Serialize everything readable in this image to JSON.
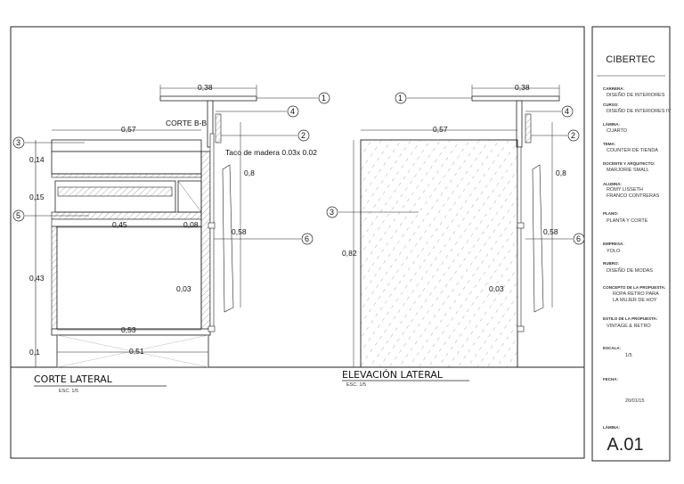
{
  "title_block": {
    "company": "CIBERTEC",
    "fields": [
      {
        "label": "CARRERA:",
        "value": "DISEÑO DE INTERIORES",
        "value2": ""
      },
      {
        "label": "CURSO:",
        "value": "DISEÑO DE INTERIORES IV",
        "value2": ""
      },
      {
        "label": "LÁMINA:",
        "value": "CUARTO",
        "value2": ""
      },
      {
        "label": "TEMA:",
        "value": "COUNTER DE TIENDA",
        "value2": ""
      },
      {
        "label": "DOCENTE Y ARQUITECTO:",
        "value": "MARJORIE SMALL",
        "value2": ""
      },
      {
        "label": "ALUMNA:",
        "value": "ROMY LISSETH",
        "value2": "FRANCO CONTRERAS"
      },
      {
        "label": "PLANO:",
        "value": "PLANTA Y CORTE",
        "value2": ""
      },
      {
        "label": "EMPRESA:",
        "value": "YOLO",
        "value2": ""
      },
      {
        "label": "RUBRO:",
        "value": "DISEÑO DE MODAS",
        "value2": ""
      },
      {
        "label": "CONCEPTO DE LA PROPUESTA:",
        "value": "ROPA RETRO PARA",
        "value2": "LA MUJER DE HOY"
      },
      {
        "label": "ESTILO DE LA PROPUESTA:",
        "value": "VINTAGE & RETRO",
        "value2": ""
      },
      {
        "label": "ESCALA:",
        "value": "1/5",
        "value2": ""
      },
      {
        "label": "FECHA:",
        "value": "20/01/15",
        "value2": ""
      },
      {
        "label": "LÁMINA:",
        "value": ""
      }
    ],
    "sheet_number": "A.01"
  },
  "views": {
    "left": {
      "title": "CORTE LATERAL",
      "scale": "ESC. 1/5",
      "section_label": "CORTE B-B",
      "note": "Taco de madera 0.03x 0.02"
    },
    "right": {
      "title": "ELEVACIÓN LATERAL",
      "scale": "ESC. 1/5"
    }
  },
  "dimensions": {
    "top_038": "0,38",
    "width_057": "0,57",
    "h_014": "0,14",
    "h_015": "0,15",
    "h_043": "0,43",
    "h_01": "0,1",
    "h_082": "0,82",
    "inner_045": "0,45",
    "inner_008": "0,08",
    "inner_053": "0,53",
    "inner_051": "0,51",
    "side_08": "0,8",
    "side_058": "0,58",
    "side_003": "0,03"
  },
  "callouts": [
    "1",
    "2",
    "3",
    "4",
    "5",
    "6"
  ]
}
